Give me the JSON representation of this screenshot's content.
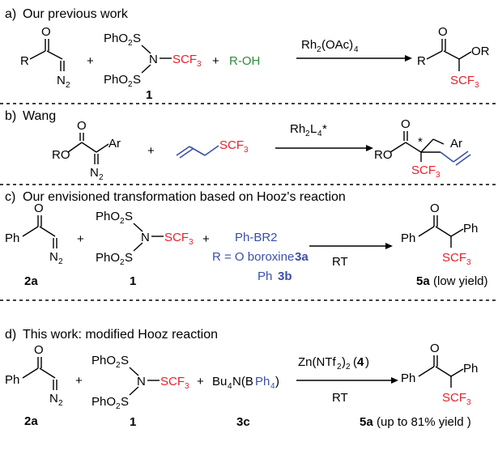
{
  "panels": {
    "a": {
      "label": "a)",
      "title": "Our previous work",
      "reagent_label": "1",
      "alcohol": "R-OH",
      "conditions": "Rh2(OAc)4"
    },
    "b": {
      "label": "b)",
      "title": "Wang",
      "conditions": "Rh2L4*"
    },
    "c": {
      "label": "c)",
      "title": "Our envisioned transformation based on Hooz's reaction",
      "diazo_label": "2a",
      "reagent_label": "1",
      "boron_line1": "Ph-BR2",
      "boron_line2_prefix": "R = O boroxine",
      "boron_line2_label": "3a",
      "boron_line3_prefix": "Ph",
      "boron_line3_label": "3b",
      "conditions": "RT",
      "product_label": "5a",
      "product_note": "(low yield)"
    },
    "d": {
      "label": "d)",
      "title": "This work: modified Hooz reaction",
      "diazo_label": "2a",
      "reagent_label": "1",
      "boron_label": "3c",
      "conditions_top": "Zn(NTf2)2",
      "catalyst_label": "4",
      "conditions_bottom": "RT",
      "product_label": "5a",
      "product_note": "(up to 81% yield )"
    }
  },
  "colors": {
    "scf3": "#e8202a",
    "alcohol": "#2e8b3c",
    "boron": "#3a4fa8"
  }
}
